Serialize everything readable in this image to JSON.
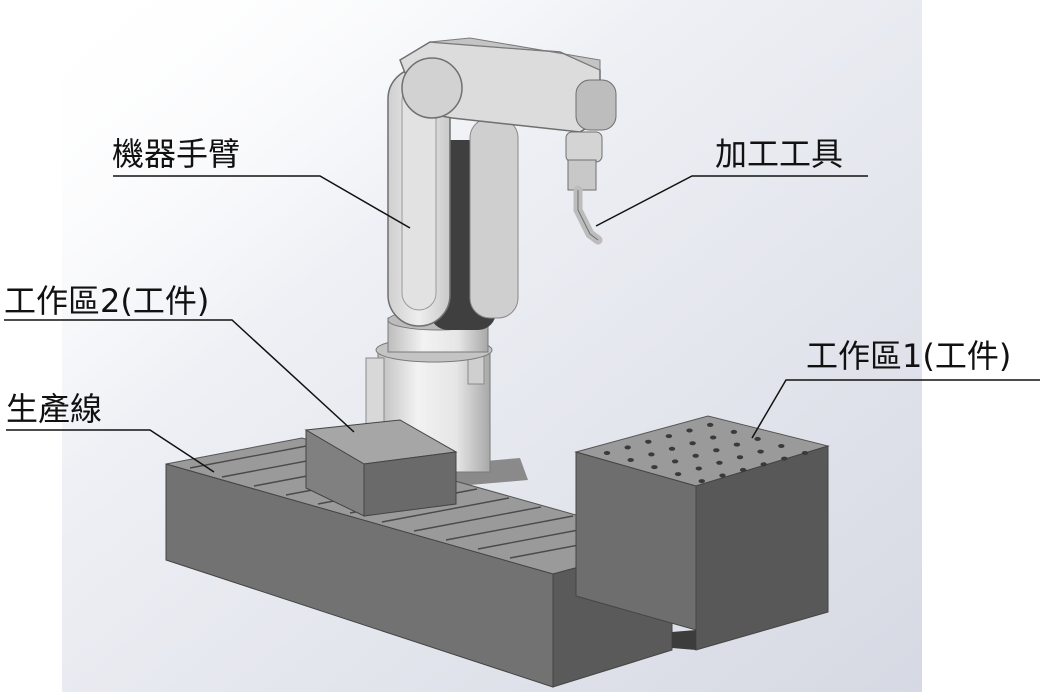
{
  "labels": {
    "robot_arm": "機器手臂",
    "processing_tool": "加工工具",
    "work_area_2": "工作區2(工件)",
    "production_line": "生產線",
    "work_area_1": "工作區1(工件)"
  },
  "colors": {
    "background_panel": "#e3e5ec",
    "block_top": "#9c9c9c",
    "block_front": "#6f6f6f",
    "block_side": "#595959",
    "robot_light": "#dedede",
    "robot_dark": "#3c3c3c",
    "leader_line": "#111111"
  }
}
